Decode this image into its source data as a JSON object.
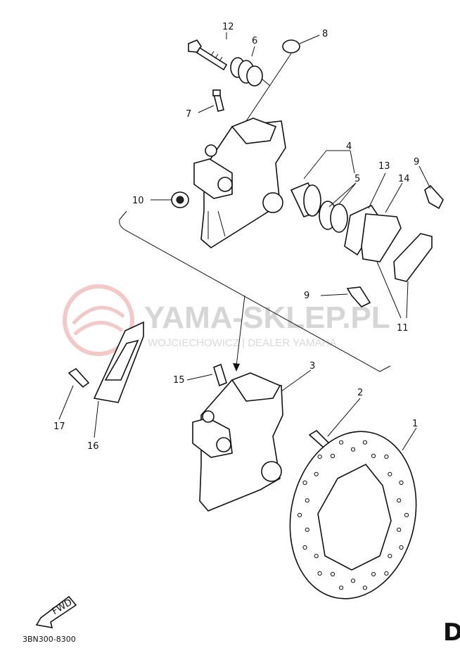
{
  "callouts": {
    "c1": "1",
    "c2": "2",
    "c3": "3",
    "c4": "4",
    "c5": "5",
    "c6": "6",
    "c7": "7",
    "c8": "8",
    "c9a": "9",
    "c9b": "9",
    "c10": "10",
    "c11": "11",
    "c12": "12",
    "c13": "13",
    "c14": "14",
    "c15": "15",
    "c16": "16",
    "c17": "17"
  },
  "fwd_label": "FWD",
  "diagram_code": "3BN300-8300",
  "page_letter": "D",
  "watermark": {
    "name": "YAMA-SKLEP.PL",
    "subtitle": "WOJCIECHOWICZ | DEALER YAMAHA",
    "color": "#e8a0a0"
  }
}
